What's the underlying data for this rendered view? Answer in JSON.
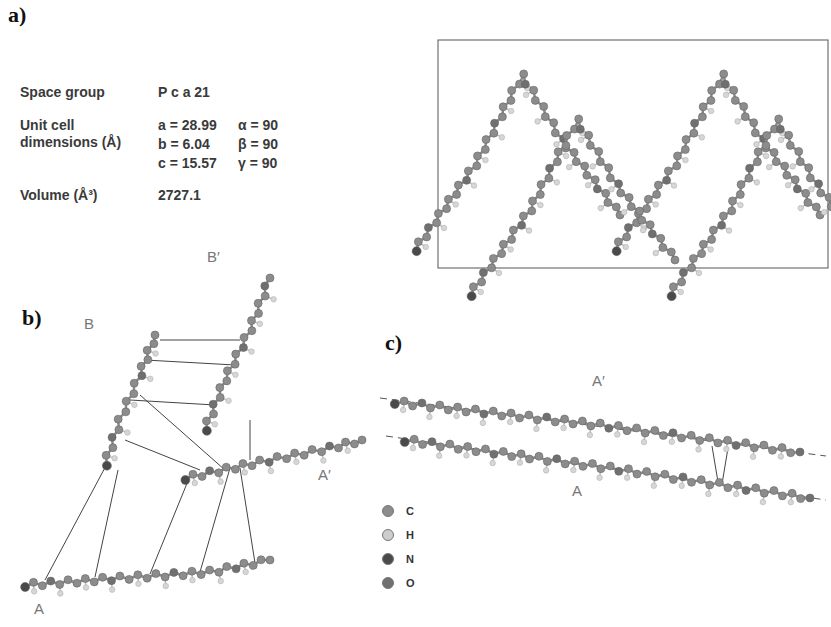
{
  "diagram": {
    "labels": [
      "a)",
      "Space group",
      "P c a 21",
      "Unit cell dimensions (Å)",
      "a = 28.99",
      "α = 90",
      "b = 6.04",
      "β = 90",
      "c = 15.57",
      "γ = 90",
      "Volume (Å³)",
      "2727.1",
      "b)",
      "B′",
      "B",
      "A′",
      "A",
      "c)",
      "A′",
      "A"
    ],
    "legend": [
      {
        "text": "C",
        "color": "#8c8c8c"
      },
      {
        "text": "H",
        "color": "#cdcdcd"
      },
      {
        "text": "N",
        "color": "#4a4a4a"
      },
      {
        "text": "O",
        "color": "#707070"
      }
    ]
  }
}
